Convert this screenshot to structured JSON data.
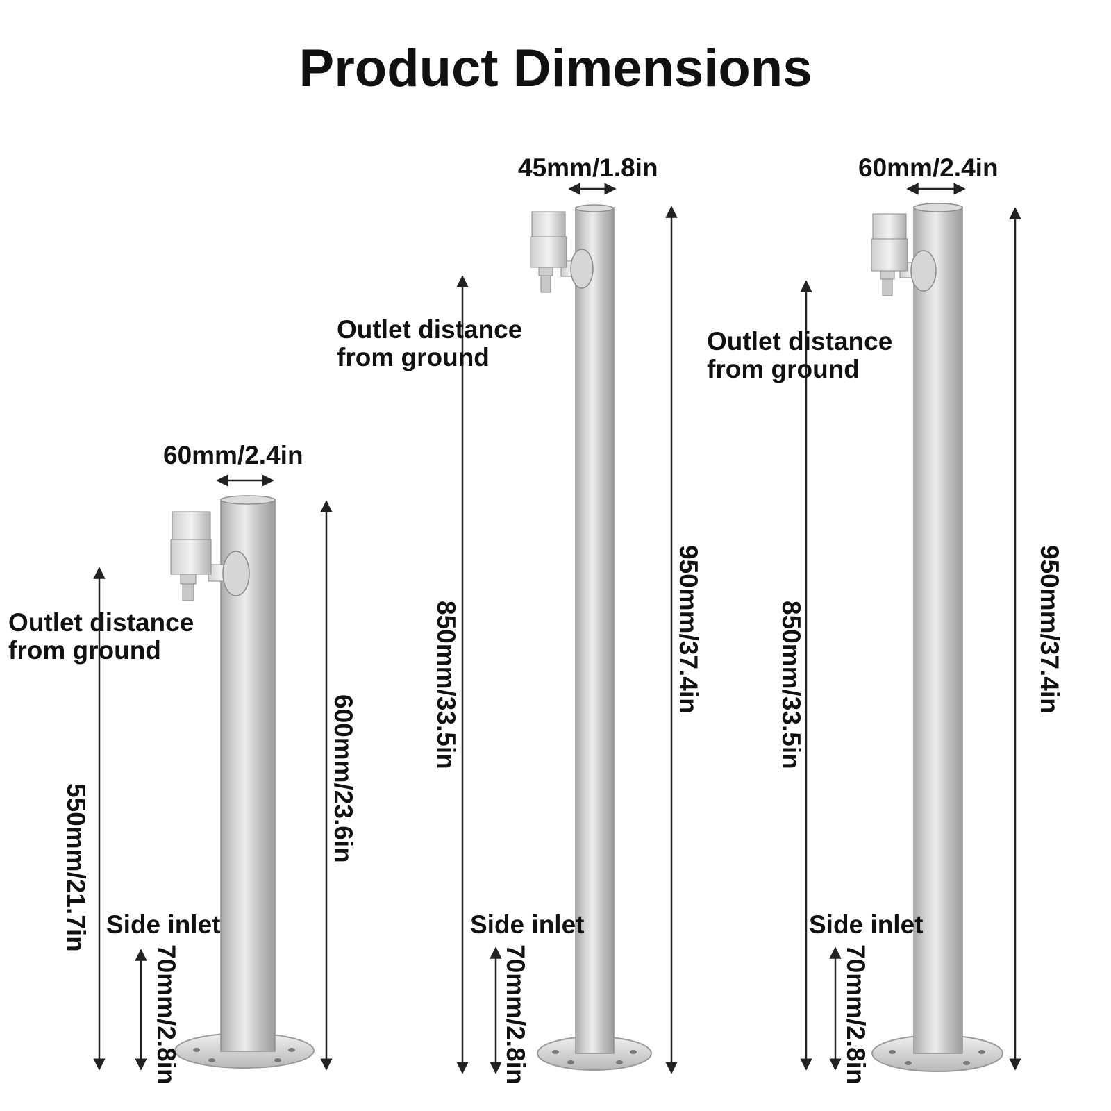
{
  "title": "Product Dimensions",
  "labels": {
    "outlet_distance_line1": "Outlet distance",
    "outlet_distance_line2": "from ground",
    "side_inlet": "Side inlet"
  },
  "posts": [
    {
      "diameter": "60mm/2.4in",
      "total_height": "600mm/23.6in",
      "outlet_height": "550mm/21.7in",
      "inlet_height": "70mm/2.8in"
    },
    {
      "diameter": "45mm/1.8in",
      "total_height": "950mm/37.4in",
      "outlet_height": "850mm/33.5in",
      "inlet_height": "70mm/2.8in"
    },
    {
      "diameter": "60mm/2.4in",
      "total_height": "950mm/37.4in",
      "outlet_height": "850mm/33.5in",
      "inlet_height": "70mm/2.8in"
    }
  ],
  "colors": {
    "metal_light": "#e6e6e6",
    "metal_mid": "#c4c4c4",
    "metal_dark": "#9a9a9a",
    "line": "#222222"
  }
}
